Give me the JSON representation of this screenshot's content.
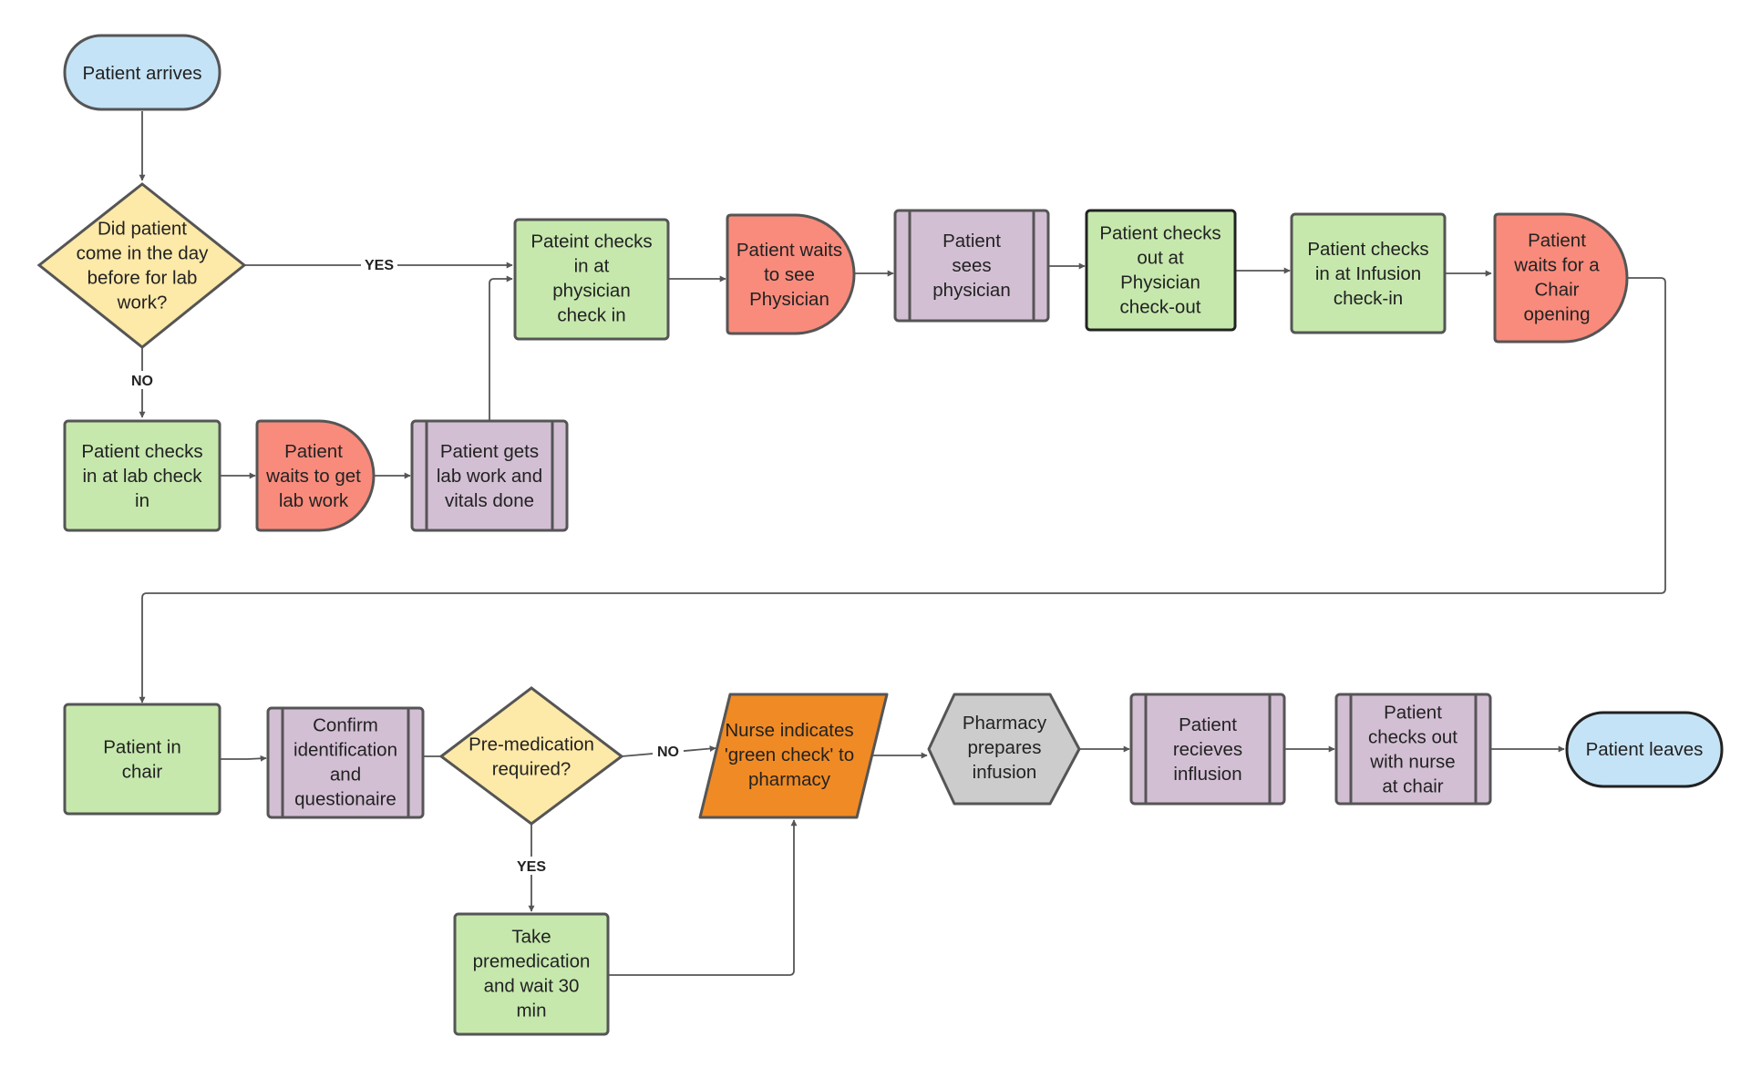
{
  "colors": {
    "terminal": "#c5e3f6",
    "decision": "#fde9a8",
    "process": "#c6e8ad",
    "wait": "#f98b7c",
    "subprocess": "#d3bfd4",
    "io": "#f08a24",
    "preparation": "#cccccc",
    "line": "#555555"
  },
  "nodes": {
    "patient_arrives": "Patient arrives",
    "lab_question": "Did patient come in the day before for lab work?",
    "lab_checkin": "Patient checks in at lab check in",
    "lab_wait": "Patient waits to get lab work",
    "lab_work": "Patient gets lab work and vitals done",
    "physician_checkin": "Pateint checks in at physician check in",
    "physician_wait": "Patient waits to see Physician",
    "sees_physician": "Patient sees physician",
    "physician_checkout": "Patient checks out at Physician check-out",
    "infusion_checkin": "Patient checks in at Infusion check-in",
    "chair_wait": "Patient waits for a Chair opening",
    "in_chair": "Patient in chair",
    "confirm_id": "Confirm identification and questionaire",
    "premed_question": "Pre-medication required?",
    "take_premed": "Take premedication and wait 30 min",
    "nurse_green_check": "Nurse indicates 'green check' to pharmacy",
    "pharmacy_prepares": "Pharmacy prepares infusion",
    "receives_infusion": "Patient recieves influsion",
    "checks_out_nurse": "Patient checks out with nurse at chair",
    "patient_leaves": "Patient leaves"
  },
  "edge_labels": {
    "lab_yes": "YES",
    "lab_no": "NO",
    "premed_no": "NO",
    "premed_yes": "YES"
  }
}
